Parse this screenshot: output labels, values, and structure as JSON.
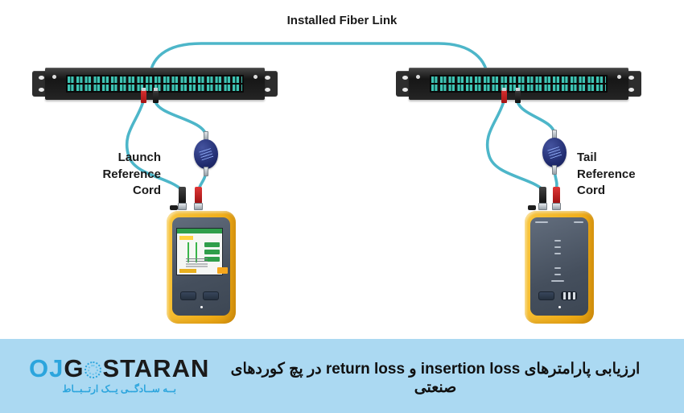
{
  "title": "Installed Fiber Link",
  "labels": {
    "launch": {
      "line1": "Launch",
      "line2": "Reference",
      "line3": "Cord"
    },
    "tail": {
      "line1": "Tail",
      "line2": "Reference",
      "line3": "Cord"
    }
  },
  "diagram": {
    "left_panel": "fiber-patch-panel",
    "right_panel": "fiber-patch-panel",
    "left_tester": "otdr-main-unit-with-screen",
    "right_tester": "remote-unit",
    "couplers": "inline-fiber-adapter",
    "connector_colors": [
      "red",
      "black"
    ]
  },
  "footer": {
    "logo": {
      "part1": "OJ",
      "part2": "G",
      "part3": "STARAN"
    },
    "tagline": "بــه ســادگــی یــک ارتــبــاط",
    "headline": "ارزیابی پارامترهای insertion loss و return loss در پچ کوردهای صنعتی"
  },
  "colors": {
    "fiber_cable": "#4db6c9",
    "panel_body": "#1f1f1f",
    "port_teal": "#3fc4b4",
    "connector_red": "#c42020",
    "connector_black": "#1c1c1c",
    "tester_yellow": "#f2ae17",
    "tester_facia": "#4a5462",
    "coupler_navy": "#27337d",
    "footer_bg": "#abd9f2",
    "logo_blue": "#2ca5dd",
    "text_dark": "#1a1a1a"
  }
}
